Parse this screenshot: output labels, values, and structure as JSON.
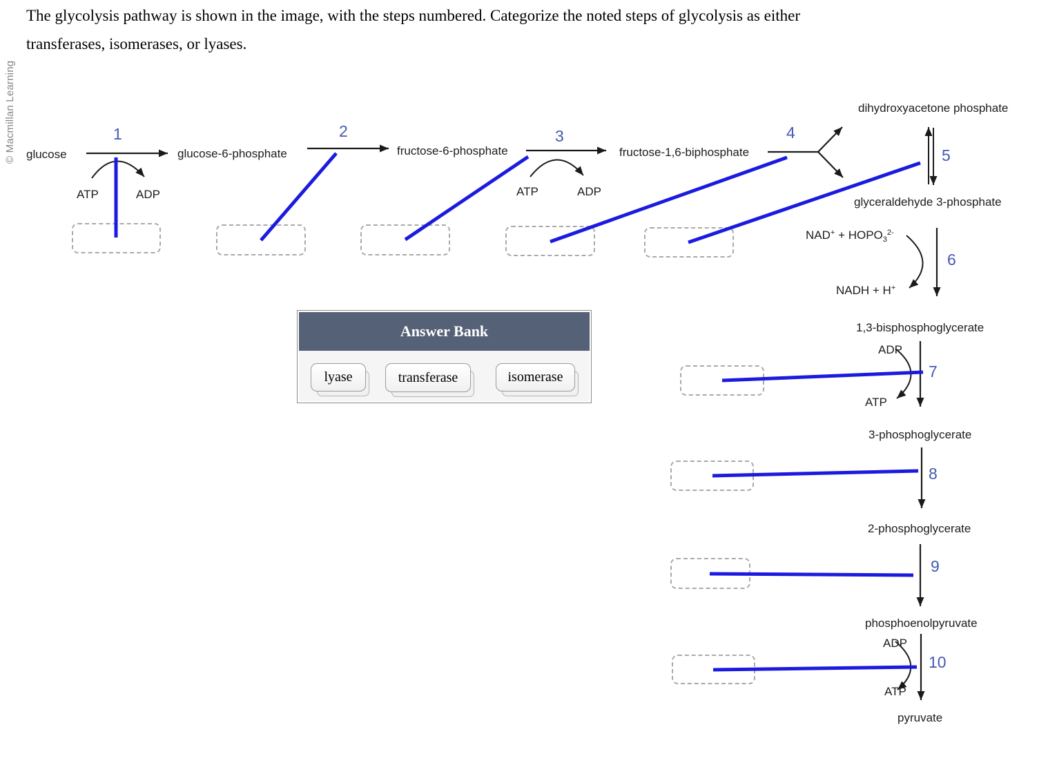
{
  "copyright": "© Macmillan Learning",
  "question": {
    "line1": "The glycolysis pathway is shown in the image, with the steps numbered. Categorize the noted steps of glycolysis as either",
    "line2": "transferases, isomerases, or lyases."
  },
  "pathway": {
    "step_numbers": [
      "1",
      "2",
      "3",
      "4",
      "5",
      "6",
      "7",
      "8",
      "9",
      "10"
    ],
    "metabolites": {
      "glucose": "glucose",
      "glucose6p": "glucose-6-phosphate",
      "fructose6p": "fructose-6-phosphate",
      "fructose16bp": "fructose-1,6-biphosphate",
      "dhap": "dihydroxyacetone phosphate",
      "g3p": "glyceraldehyde 3-phosphate",
      "bpg13": "1,3-bisphosphoglycerate",
      "pg3": "3-phosphoglycerate",
      "pg2": "2-phosphoglycerate",
      "pep": "phosphoenolpyruvate",
      "pyruvate": "pyruvate"
    },
    "cofactors": {
      "atp": "ATP",
      "adp": "ADP"
    },
    "nad_reactants": {
      "base": "NAD",
      "base_sup": "+",
      "rest": " + HOPO",
      "rest_sub": "3",
      "rest_sup": "2-"
    },
    "nadh_products": {
      "base": "NADH + H",
      "sup": "+"
    }
  },
  "answer_bank": {
    "title": "Answer Bank",
    "options": [
      "lyase",
      "transferase",
      "isomerase"
    ]
  },
  "colors": {
    "step_number": "#4459b2",
    "connector_blue": "#1b1be0",
    "answer_bank_header": "#556177",
    "answer_bank_body": "#f5f5f5"
  }
}
